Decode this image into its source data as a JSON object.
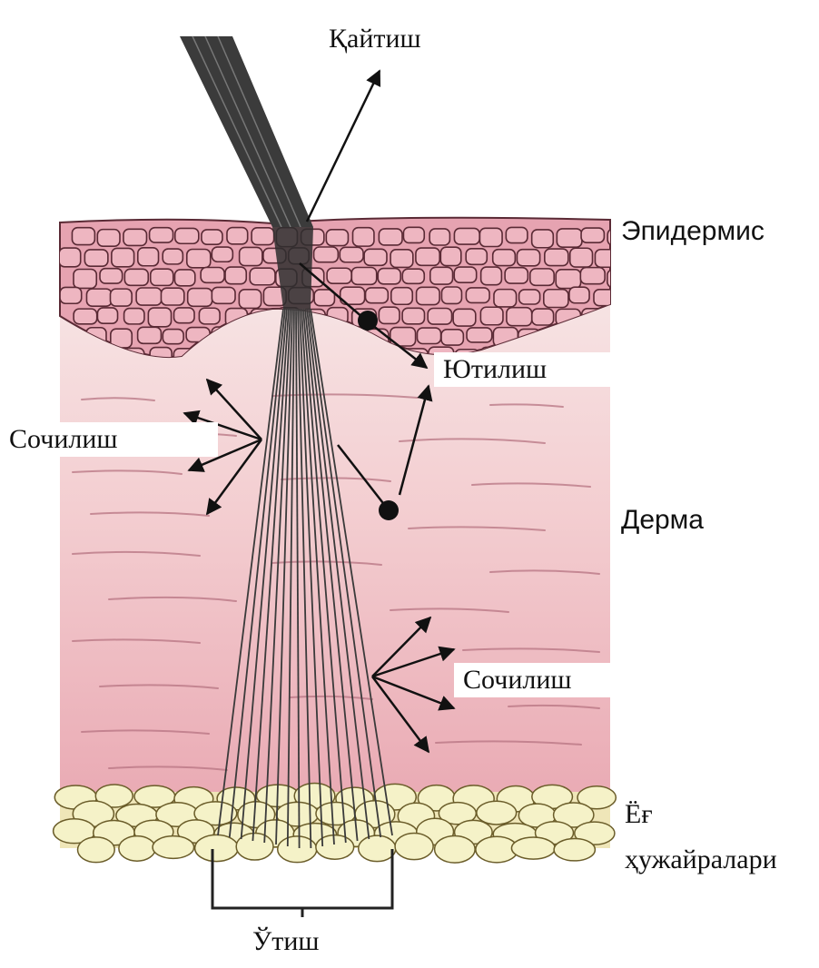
{
  "labels": {
    "reflection": "Қайтиш",
    "epidermis": "Эпидермис",
    "absorption": "Ютилиш",
    "scattering_left": "Сочилиш",
    "dermis": "Дерма",
    "scattering_right": "Сочилиш",
    "fat_cells_line1": "Ёғ",
    "fat_cells_line2": "ҳужайралари",
    "transmission": "Ўтиш"
  },
  "colors": {
    "dermis": "#f2c9cc",
    "epidermis": "#e3a0ad",
    "cell_outline": "#5a2a35",
    "fat": "#f3f0c4",
    "beam": "#3a3a3a",
    "ink": "#111111"
  }
}
